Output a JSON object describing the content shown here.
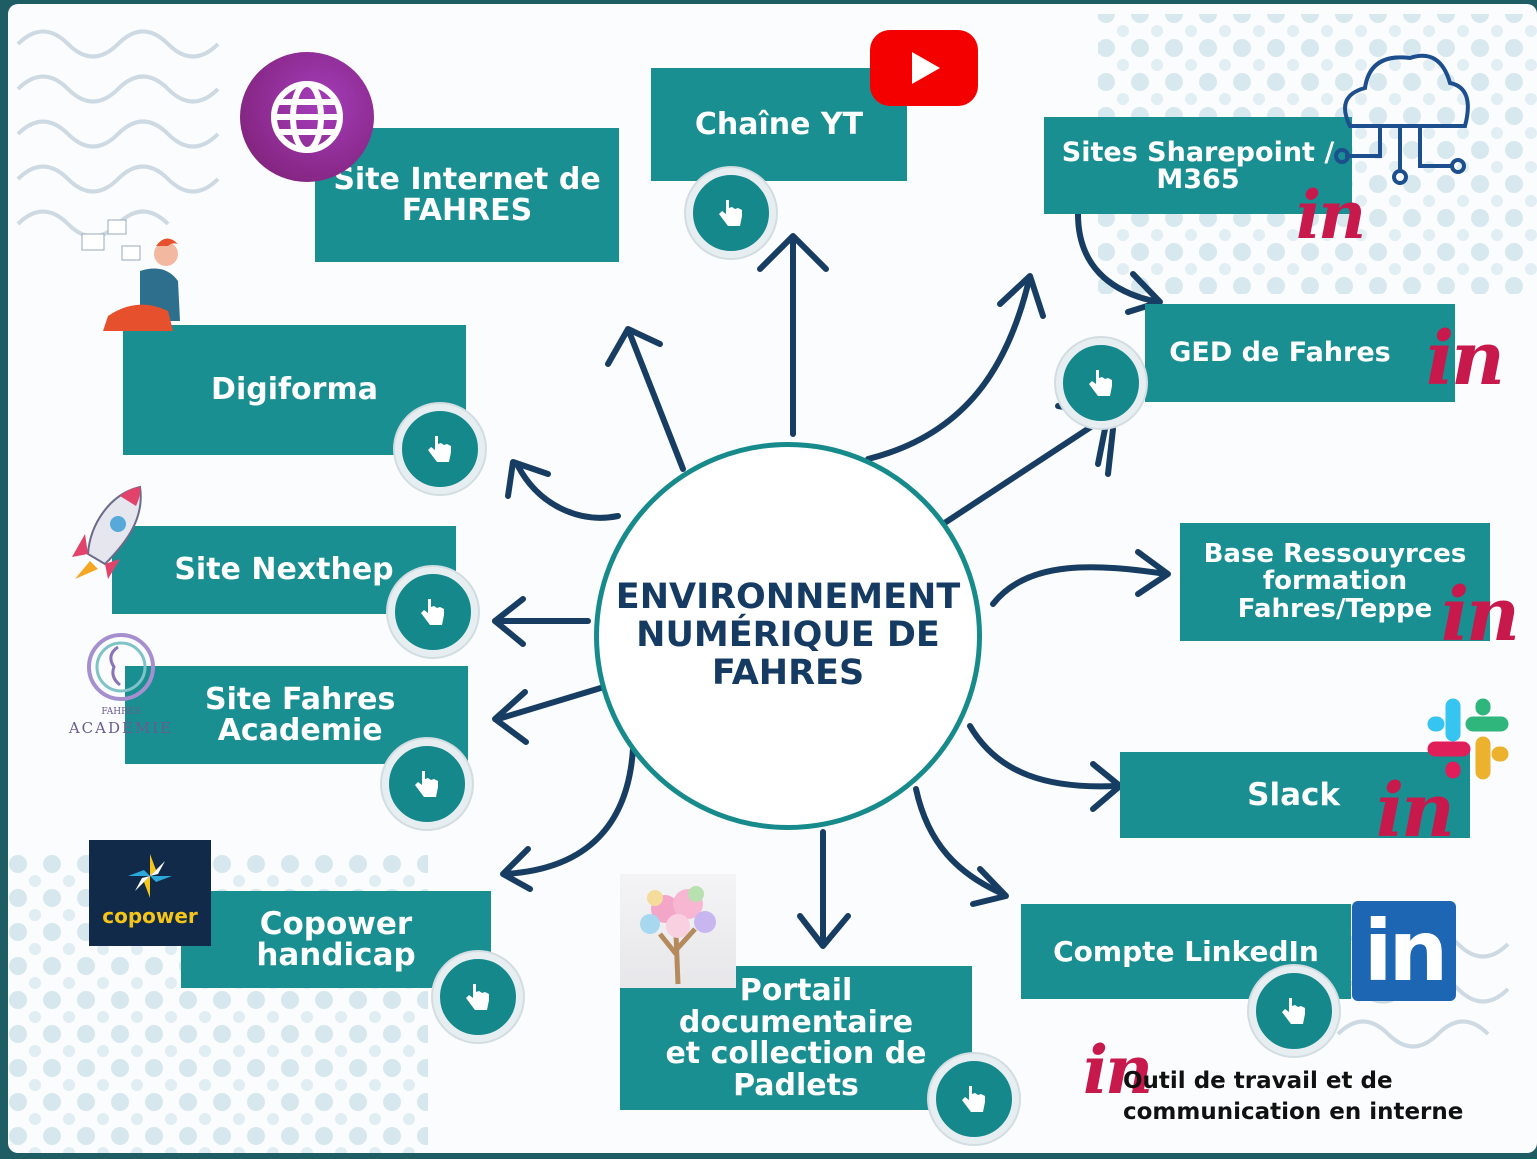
{
  "center": {
    "label": "ENVIRONNEMENT\nNUMÉRIQUE DE\nFAHRES"
  },
  "nodes": {
    "site_internet": {
      "label": "Site Internet de\nFAHRES"
    },
    "chaine_yt": {
      "label": "Chaîne YT"
    },
    "sharepoint": {
      "label": "Sites Sharepoint /\nM365"
    },
    "ged": {
      "label": "GED de Fahres"
    },
    "base_ressources": {
      "label": "Base Ressouyrces\nformation\nFahres/Teppe"
    },
    "slack": {
      "label": "Slack"
    },
    "linkedin": {
      "label": "Compte LinkedIn"
    },
    "portail": {
      "label": "Portail\ndocumentaire\net collection de\nPadlets"
    },
    "copower": {
      "label": "Copower\nhandicap"
    },
    "academie": {
      "label": "Site Fahres\nAcademie"
    },
    "nexthep": {
      "label": "Site Nexthep"
    },
    "digiforma": {
      "label": "Digiforma"
    }
  },
  "logos": {
    "in_mark": "in",
    "copower": "copower",
    "academie_small": "FAHRES",
    "academie": "ACADÉMIE",
    "linkedin_in": "in"
  },
  "legend": {
    "text": "Outil de travail et de\ncommunication en interne"
  },
  "icons": [
    "globe-icon",
    "youtube-icon",
    "cloud-network-icon",
    "slack-icon",
    "linkedin-icon",
    "rocket-icon",
    "tree-photo",
    "person-illustration",
    "pointer-hand-icon"
  ],
  "colors": {
    "box": "#1a8f92",
    "arrow": "#183d63",
    "center_border": "#178a8b",
    "in_logo": "#c8194c",
    "button_border": "#e7eef1"
  }
}
